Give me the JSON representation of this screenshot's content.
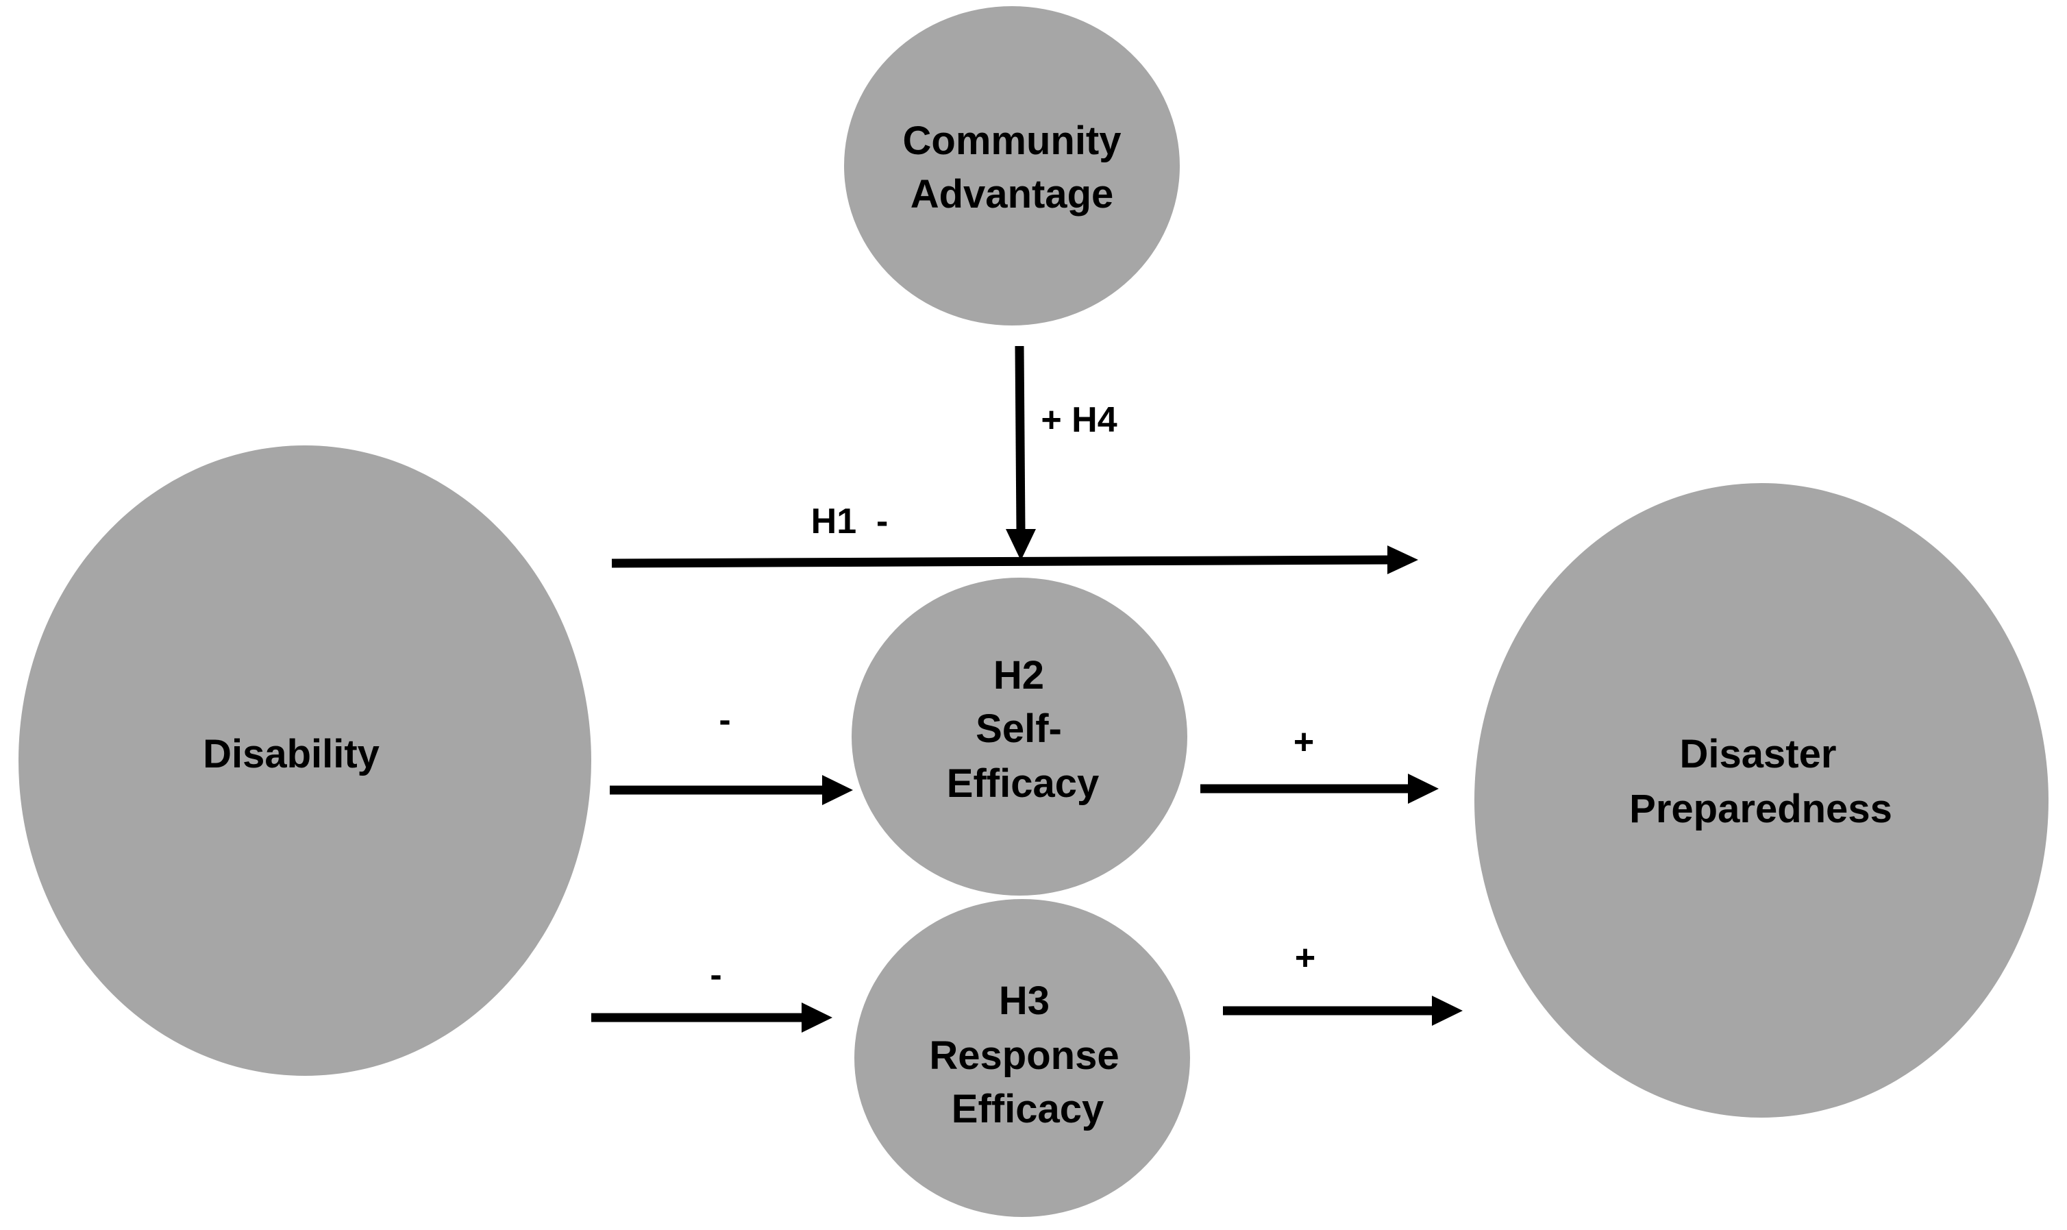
{
  "diagram": {
    "colors": {
      "node_fill": "#a6a6a6",
      "text": "#000000",
      "arrow": "#000000",
      "background": "#ffffff"
    },
    "nodes": {
      "community_advantage": {
        "line1": "Community",
        "line2": "Advantage"
      },
      "disability": {
        "line1": "Disability"
      },
      "self_efficacy": {
        "line1": "H2",
        "line2": "Self-",
        "line3": "Efficacy"
      },
      "response_efficacy": {
        "line1": "H3",
        "line2": "Response",
        "line3": "Efficacy"
      },
      "disaster_preparedness": {
        "line1": "Disaster",
        "line2": "Preparedness"
      }
    },
    "edges": {
      "h1": {
        "label": "H1  -"
      },
      "h4": {
        "label": "+ H4"
      },
      "disability_to_self_efficacy": {
        "label": "-"
      },
      "self_efficacy_to_preparedness": {
        "label": "+"
      },
      "disability_to_response_efficacy": {
        "label": "-"
      },
      "response_efficacy_to_preparedness": {
        "label": "+"
      }
    }
  }
}
